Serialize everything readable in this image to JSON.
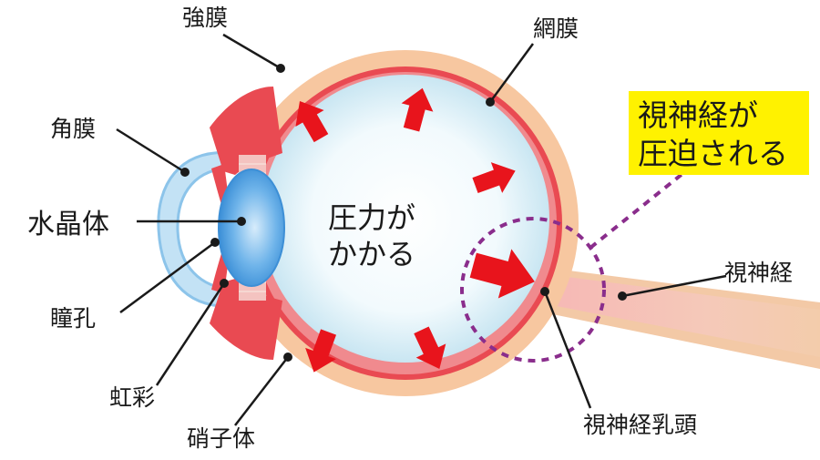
{
  "labels": {
    "sclera": "強膜",
    "retina": "網膜",
    "cornea": "角膜",
    "lens": "水晶体",
    "pupil": "瞳孔",
    "iris": "虹彩",
    "vitreous": "硝子体",
    "optic_nerve": "視神経",
    "optic_disc": "視神経乳頭"
  },
  "center_text": [
    "圧力が",
    "かかる"
  ],
  "callout": {
    "lines": [
      "視神経が",
      "圧迫される"
    ]
  },
  "colors": {
    "sclera": "#f7c7a0",
    "retina": "#e94a52",
    "vitreous": "#e6f4f9",
    "lens": "#4b9ee0",
    "cornea": "#bfe0f4",
    "arrow": "#e8141c",
    "callout_bg": "#fff200",
    "dashed_circle": "#8a2d8c",
    "optic_nerve": "#f3c9a3"
  }
}
